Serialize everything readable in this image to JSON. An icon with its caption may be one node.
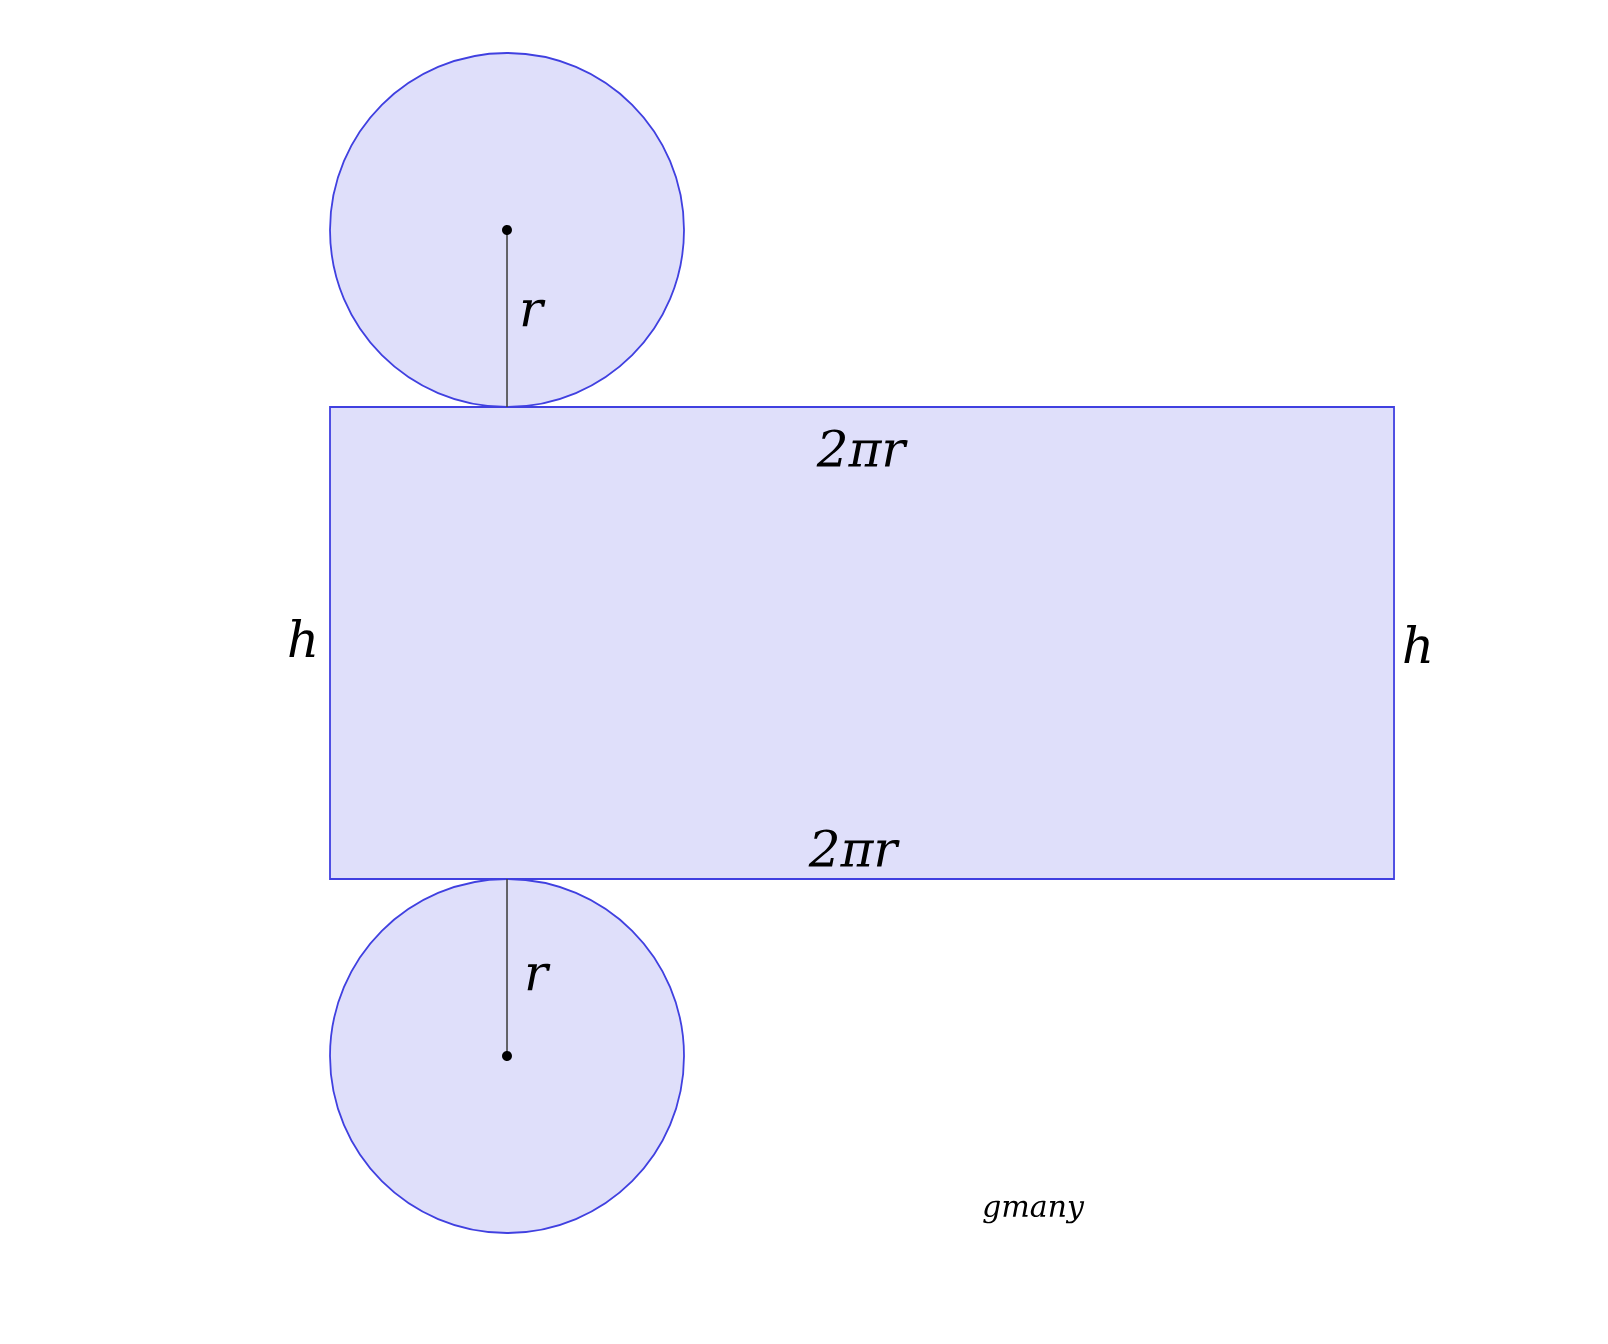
{
  "diagram": {
    "nodes": [
      {
        "text": [],
        "shape": "circle"
      },
      {
        "text": [],
        "shape": "box"
      },
      {
        "text": [],
        "shape": "circle"
      }
    ],
    "labels": [
      "r",
      "2πr",
      "h",
      "h",
      "2πr",
      "r",
      "gmany"
    ]
  }
}
